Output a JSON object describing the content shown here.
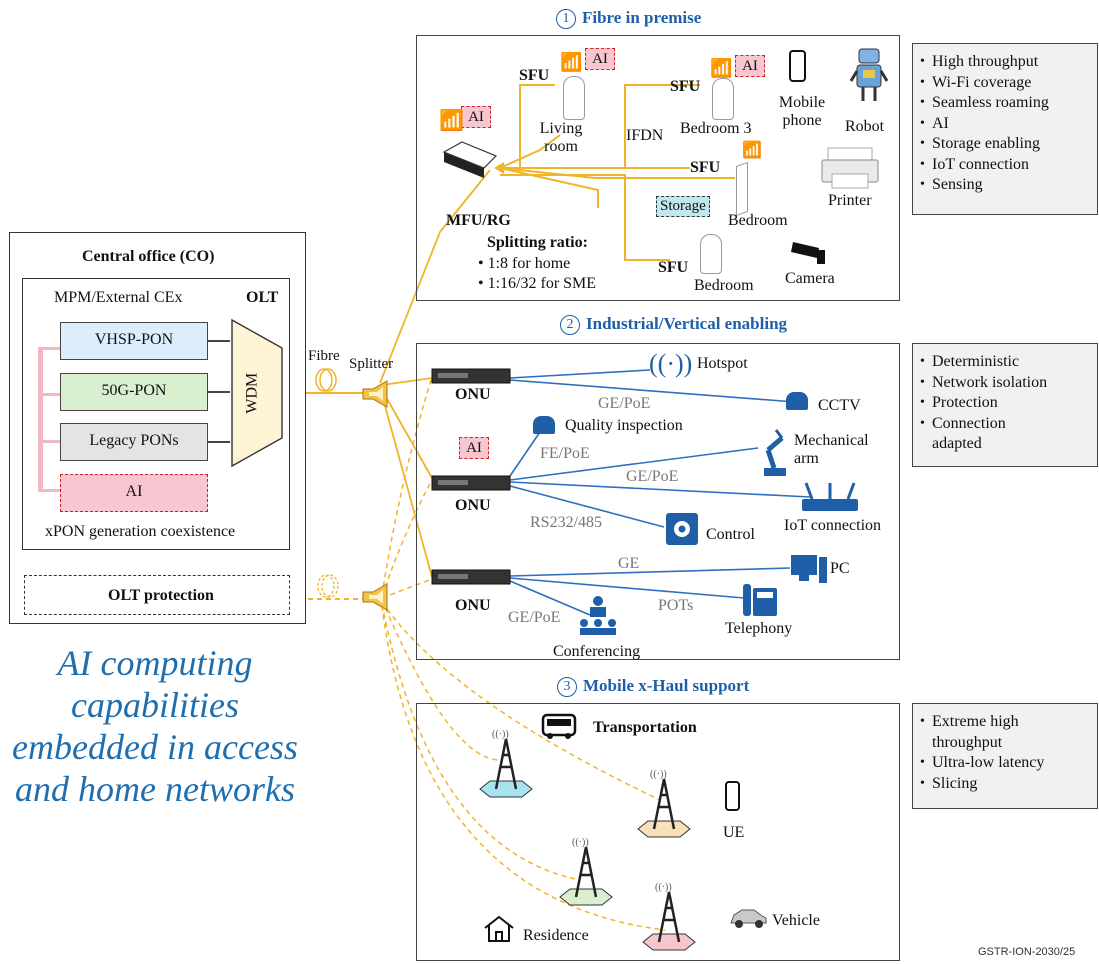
{
  "sections": [
    {
      "number": "1",
      "title": "Fibre in premise"
    },
    {
      "number": "2",
      "title": "Industrial/Vertical enabling"
    },
    {
      "number": "3",
      "title": "Mobile x-Haul support"
    }
  ],
  "central_office": {
    "title": "Central office (CO)",
    "olt_label": "OLT",
    "mpm_label": "MPM/External CEx",
    "pon_boxes": [
      "VHSP-PON",
      "50G-PON",
      "Legacy PONs"
    ],
    "ai_label": "AI",
    "wdm_label": "WDM",
    "coexistence_label": "xPON generation coexistence",
    "protection_label": "OLT protection"
  },
  "fibre_label": "Fibre",
  "splitter_label": "Splitter",
  "caption": "AI computing capabilities embedded in access and home networks",
  "premise": {
    "ai_tag": "AI",
    "sfu": "SFU",
    "living_room": "Living room",
    "bedroom3": "Bedroom 3",
    "ifdn": "IFDN",
    "mobile_phone": "Mobile phone",
    "robot": "Robot",
    "storage": "Storage",
    "bedroom": "Bedroom",
    "printer": "Printer",
    "mfu_rg": "MFU/RG",
    "splitting_ratio": "Splitting ratio:",
    "ratio_home": "1:8 for home",
    "ratio_sme": "1:16/32 for SME",
    "camera": "Camera"
  },
  "industrial": {
    "onu": "ONU",
    "hotspot": "Hotspot",
    "gepoe": "GE/PoE",
    "cctv": "CCTV",
    "quality": "Quality inspection",
    "fepoe": "FE/PoE",
    "mech_arm": "Mechanical arm",
    "ai_tag": "AI",
    "iot": "IoT connection",
    "rs232": "RS232/485",
    "control": "Control",
    "ge": "GE",
    "pc": "PC",
    "pots": "POTs",
    "telephony": "Telephony",
    "conferencing": "Conferencing"
  },
  "mobile": {
    "transportation": "Transportation",
    "ue": "UE",
    "residence": "Residence",
    "vehicle": "Vehicle"
  },
  "features": {
    "premise": [
      "High throughput",
      "Wi-Fi coverage",
      "Seamless roaming",
      "AI",
      "Storage enabling",
      "IoT connection",
      "Sensing"
    ],
    "industrial": [
      "Deterministic",
      "Network isolation",
      "Protection",
      "Connection adapted"
    ],
    "mobile": [
      "Extreme high throughput",
      "Ultra-low latency",
      "Slicing"
    ]
  },
  "figure_id": "GSTR-ION-2030/25",
  "colors": {
    "accent_blue": "#1f5fa8",
    "fibre": "#f0b429",
    "link_blue": "#2f6fbf",
    "ai_pink": "#f7c6d0",
    "pon_blue": "#dceefb",
    "pon_green": "#d9f0d0",
    "storage_cyan": "#bfe9ef"
  }
}
